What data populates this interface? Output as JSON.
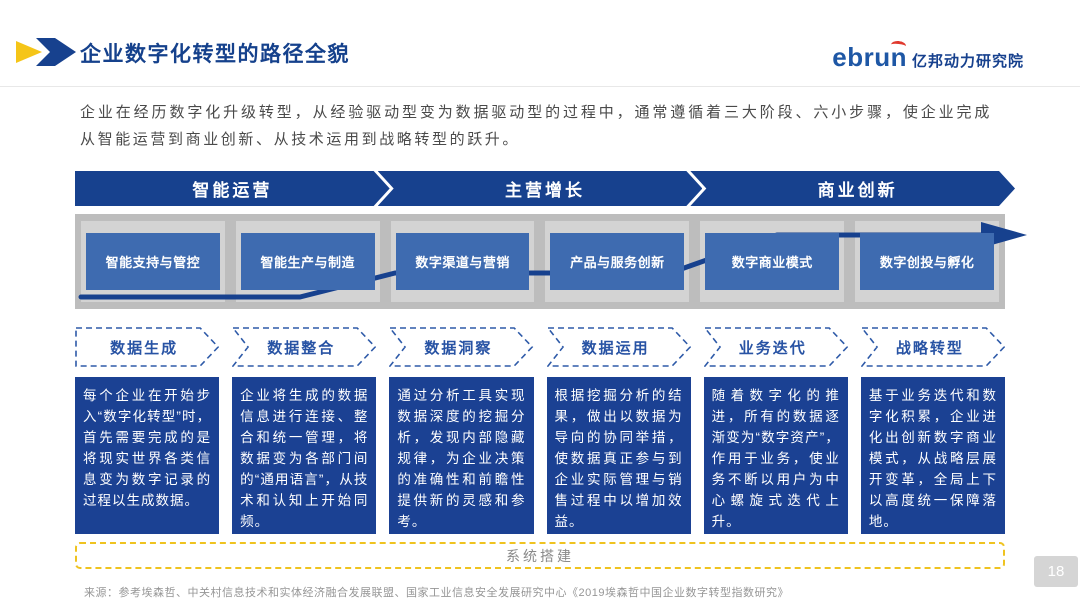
{
  "header": {
    "title": "企业数字化转型的路径全貌",
    "logo": {
      "brand": "ebrun",
      "org": "亿邦动力研究院"
    }
  },
  "intro": "企业在经历数字化升级转型，从经验驱动型变为数据驱动型的过程中，通常遵循着三大阶段、六小步骤，使企业完成从智能运营到商业创新、从技术运用到战略转型的跃升。",
  "stages": [
    {
      "label": "智能运营"
    },
    {
      "label": "主营增长"
    },
    {
      "label": "商业创新"
    }
  ],
  "capabilities": [
    {
      "label": "智能支持与管控"
    },
    {
      "label": "智能生产与制造"
    },
    {
      "label": "数字渠道与营销"
    },
    {
      "label": "产品与服务创新"
    },
    {
      "label": "数字商业模式"
    },
    {
      "label": "数字创投与孵化"
    }
  ],
  "steps": [
    {
      "label": "数据生成",
      "desc": "每个企业在开始步入“数字化转型”时，首先需要完成的是将现实世界各类信息变为数字记录的过程以生成数据。"
    },
    {
      "label": "数据整合",
      "desc": "企业将生成的数据信息进行连接、整合和统一管理，将数据变为各部门间的“通用语言”，从技术和认知上开始同频。"
    },
    {
      "label": "数据洞察",
      "desc": "通过分析工具实现数据深度的挖掘分析，发现内部隐藏规律，为企业决策的准确性和前瞻性提供新的灵感和参考。"
    },
    {
      "label": "数据运用",
      "desc": "根据挖掘分析的结果，做出以数据为导向的协同举措，使数据真正参与到企业实际管理与销售过程中以增加效益。"
    },
    {
      "label": "业务迭代",
      "desc": "随着数字化的推进，所有的数据逐渐变为“数字资产”，作用于业务，使业务不断以用户为中心螺旋式迭代上升。"
    },
    {
      "label": "战略转型",
      "desc": "基于业务迭代和数字化积累，企业进化出创新数字商业模式，从战略层展开变革，全局上下以高度统一保障落地。"
    }
  ],
  "system_label": "系统搭建",
  "footer": {
    "source": "来源：参考埃森哲、中关村信息技术和实体经济融合发展联盟、国家工业信息安全发展研究中心《2019埃森哲中国企业数字转型指数研究》",
    "page": "18"
  },
  "colors": {
    "navy": "#17418E",
    "mid_blue": "#3E6BB0",
    "accent_yellow": "#F5C518",
    "band_gray": "#BDBDBD",
    "accent_red": "#E0392D"
  }
}
